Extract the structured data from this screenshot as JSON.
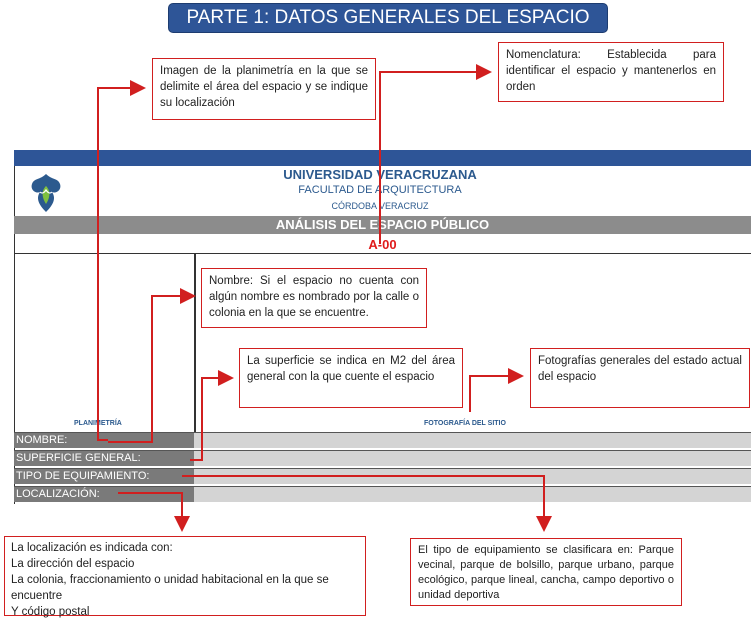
{
  "banner": {
    "title": "PARTE 1: DATOS GENERALES DEL ESPACIO",
    "color": "#2e5597"
  },
  "notes": {
    "planimetria": "Imagen de la planimetría en la que se delimite el área del espacio y se indique su localización",
    "nomenclatura": "Nomenclatura: Establecida para identificar el espacio y mantenerlos en orden",
    "nombre": "Nombre: Si el espacio no cuenta con algún nombre es nombrado por la calle o colonia en la que se encuentre.",
    "superficie": "La superficie se indica en M2 del área general con la que cuente el espacio",
    "fotografias": "Fotografías generales del estado actual del espacio",
    "localizacion": {
      "lines": [
        "La localización es indicada con:",
        "La dirección del espacio",
        "La colonia, fraccionamiento o unidad habitacional en la que se encuentre",
        "Y código postal"
      ]
    },
    "equipamiento": "El tipo de equipamiento se clasificara en: Parque vecinal, parque de bolsillo, parque urbano, parque ecológico, parque lineal, cancha, campo deportivo o unidad deportiva"
  },
  "sheet": {
    "university": "UNIVERSIDAD VERACRUZANA",
    "faculty": "FACULTAD DE ARQUITECTURA",
    "city": "CÓRDOBA VERACRUZ",
    "analysis_title": "ANÁLISIS DEL ESPACIO PÚBLICO",
    "code": "A-00",
    "planimetria_caption": "PLANIMETRÍA",
    "fotografia_caption": "FOTOGRAFÍA DEL SITIO",
    "fields": {
      "nombre": "NOMBRE:",
      "superficie": "SUPERFICIE GENERAL:",
      "tipo": "TIPO DE EQUIPAMIENTO:",
      "localizacion": "LOCALIZACIÓN:"
    }
  },
  "colors": {
    "arrow": "#d11f1f",
    "brand_blue": "#2e5597",
    "code_red": "#e01b1b"
  }
}
